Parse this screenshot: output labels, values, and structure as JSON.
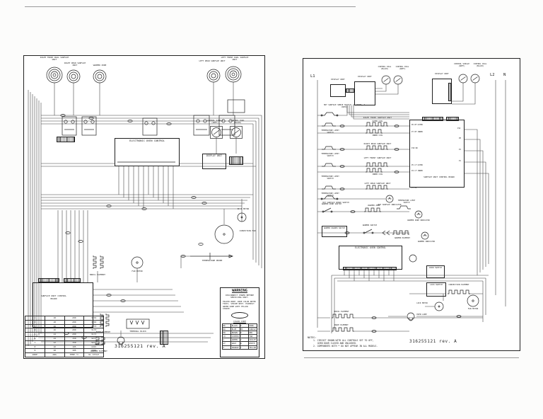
{
  "doc": {
    "part_number": "316255121 rev. A"
  },
  "left": {
    "units": {
      "rf": "RIGHT FRONT DUAL SURFACE UNIT",
      "rr": "RIGHT REAR SURFACE UNIT",
      "wz": "WARMER ZONE",
      "lr": "LEFT REAR SURFACE UNIT",
      "lf": "LEFT FRONT DUAL SURFACE UNIT"
    },
    "eoc": "ELECTRONIC OVEN CONTROL",
    "control_single": "CONTROL SINGLE (GREY)",
    "control_dual": "CONTROL DUAL (BLACK)",
    "display": "DISPLAY UNIT",
    "sucb": "SURFACE UNIT CONTROL BOARD",
    "door_motor": "DOOR MOTOR",
    "conv_fan": "CONVECTION FAN",
    "probe": "TEMPERATURE PROBE",
    "broil": "BROIL ELEMENT",
    "bake": "BAKE ELEMENT",
    "warmer_el": "WARMER ELEMENT",
    "fan": "FAN MOTOR",
    "lamp": "OVEN LAMP",
    "tblock": "TERMINAL BLOCK",
    "warning": {
      "title": "WARNING",
      "sub": "DISCONNECT POWER BEFORE SERVICING UNIT.",
      "body": "TRACER WIRE: WIRE COLOR NOTED FIRST, STRIPE NEXT. EXAMPLE: GREEN WIRE WITH YELLOW STRIPE.",
      "cc_title": "COLOR CODE",
      "codes": [
        [
          "BK",
          "BLACK",
          "P",
          "PINK"
        ],
        [
          "BU",
          "BLUE",
          "PR",
          "PURPLE"
        ],
        [
          "BR",
          "BROWN",
          "R",
          "RED"
        ],
        [
          "CO",
          "COPPER",
          "T",
          "TAN"
        ],
        [
          "G",
          "GREEN",
          "V",
          "VIOLET"
        ],
        [
          "GY",
          "GRAY",
          "W",
          "WHITE"
        ],
        [
          "O",
          "ORANGE",
          "Y",
          "YELLOW"
        ]
      ]
    },
    "wire_table": {
      "rows": [
        [
          "1",
          "18",
          "200",
          "3219"
        ],
        [
          "2",
          "18",
          "200",
          "3219"
        ],
        [
          "3",
          "16",
          "200",
          "3173"
        ],
        [
          "4",
          "16",
          "200",
          "3173"
        ],
        [
          "5",
          "14",
          "200",
          "3173"
        ],
        [
          "6",
          "14",
          "150",
          "3271"
        ],
        [
          "7",
          "12",
          "150",
          "3271"
        ],
        [
          "8",
          "10",
          "105",
          "1015"
        ],
        [
          "9",
          "18",
          "105",
          "1015"
        ],
        [
          "WIRE",
          "AWG",
          "TEMP °C",
          "UL STYLE"
        ]
      ]
    },
    "pn": "316255121 rev. A"
  },
  "right": {
    "l1": "L1",
    "l2": "L2",
    "n": "N",
    "display": "DISPLAY UNIT",
    "ctrl_dial_black": "CONTROL DIAL (BLACK)",
    "ctrl_dial_grey": "CONTROL DIAL (GREY)",
    "ctrl_single_grey": "CONTROL SINGLE (GREY)",
    "hss_top": "HOT SURFACE SENSE SWITCH (2 SHOWN, 4 USED)",
    "tls": "TEMPERATURE LIMIT SWITCH",
    "rf": "RIGHT FRONT SURFACE UNIT",
    "rr": "RIGHT REAR SURFACE UNIT",
    "lf": "LEFT FRONT SURFACE UNIT",
    "lr": "LEFT REAR SURFACE UNIT",
    "outer": "OUTER COIL",
    "inner": "INNER COIL",
    "hss": "HOT SURFACE SENSE SWITCH",
    "hsi": "HOT SURFACE INDICATOR",
    "sucb": "SURFACE UNIT CONTROL BOARD",
    "pins_left": [
      "P6 RF OUTER",
      "P7 RF INNER",
      "P10 RR",
      "P5 LF OUTER",
      "P4 LF INNER",
      "P3 LR"
    ],
    "pins_right": [
      "P12",
      "P8",
      "P2",
      "P1"
    ],
    "wz_switch": "WARMER ZONE SWITCH",
    "wz": "WARMER ZONE",
    "wz_ind": "WARMER ZONE INDICATOR",
    "wd_switch": "WARMER DRAWER SWITCH",
    "w_switch": "WARMER SWITCH",
    "w_el": "WARMER ELEMENT",
    "w_ind": "WARMER INDICATOR",
    "eoc": "ELECTRONIC OVEN CONTROL",
    "door_sw": "DOOR SWITCH",
    "lock_sw": "LOCK SWITCH",
    "conv_el": "CONVECTION ELEMENT",
    "fan": "FAN MOTOR",
    "lock_motor": "LOCK MOTOR",
    "lamp": "OVEN LAMP",
    "broil": "BROIL ELEMENT",
    "bake": "BAKE ELEMENT",
    "notes_title": "NOTES:",
    "notes": [
      "1. CIRCUIT SHOWN WITH ALL CONTROLS SET TO OFF,",
      "OVEN DOOR CLOSED AND UNLOCKED.",
      "2. COMPONENTS WITH * DO NOT APPEAR IN ALL MODELS."
    ],
    "pn": "316255121 rev. A"
  }
}
